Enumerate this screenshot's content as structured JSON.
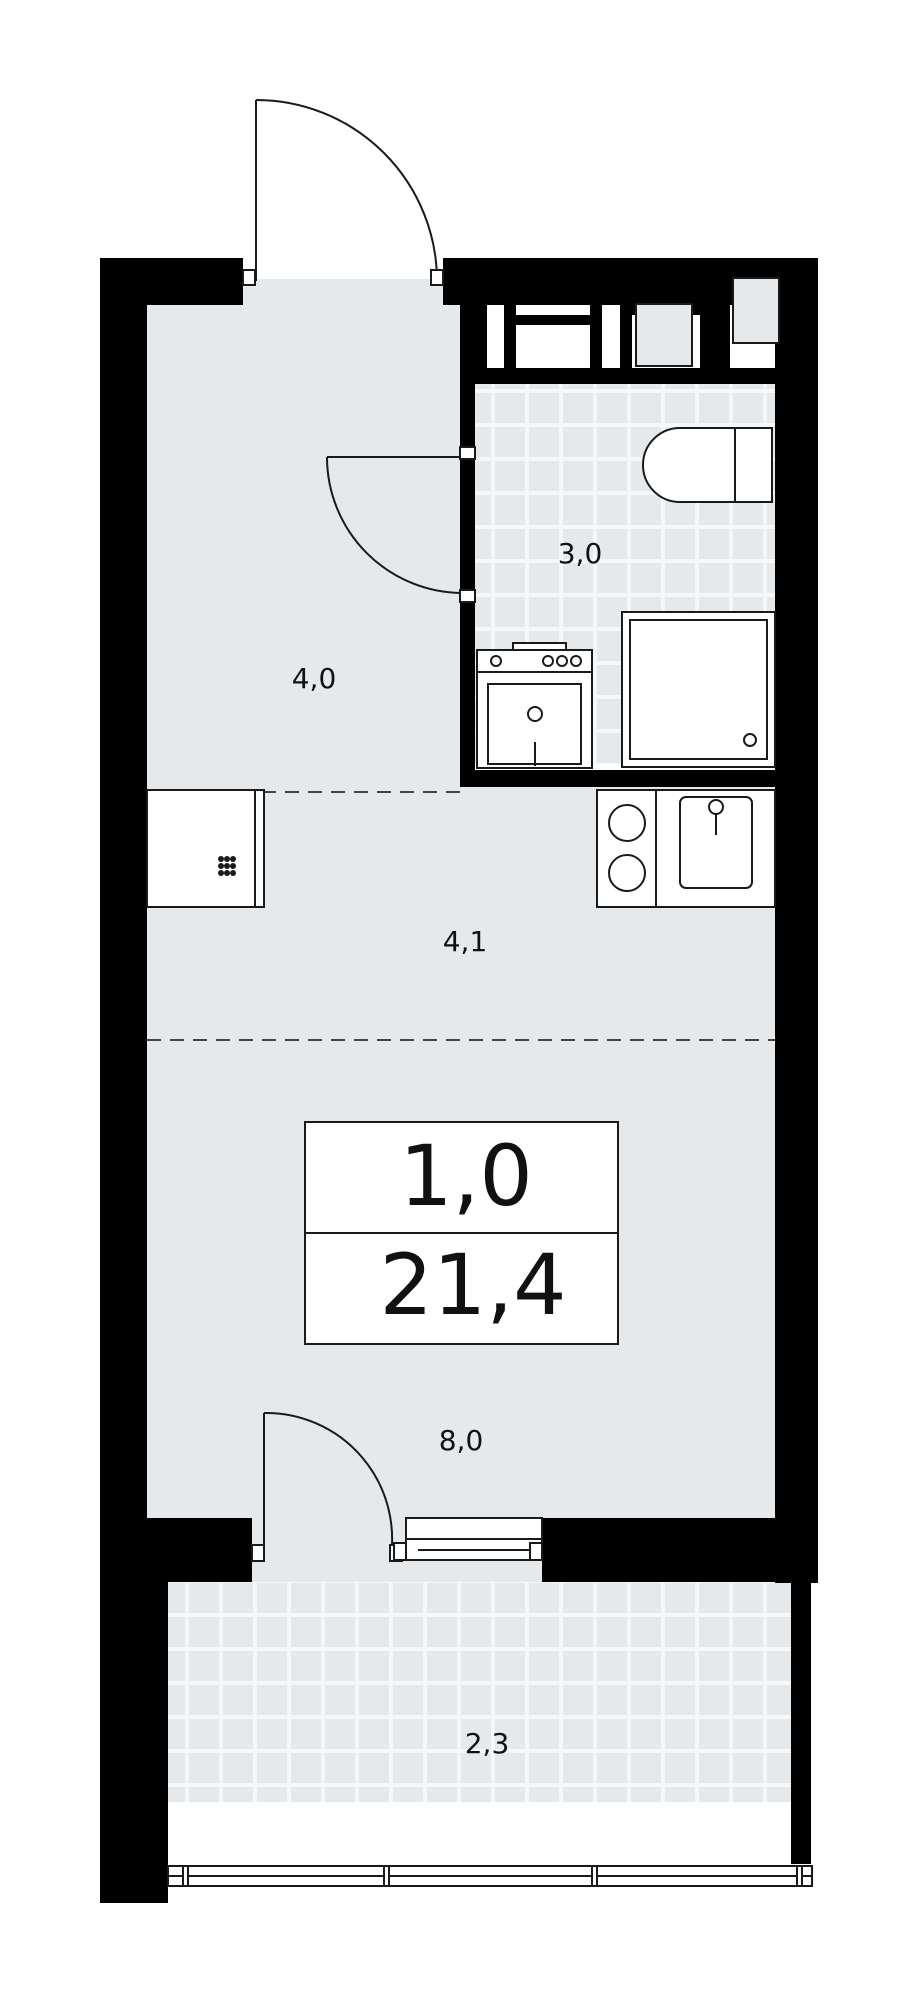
{
  "plan": {
    "summary": {
      "rooms": "1,0",
      "total_area": "21,4"
    },
    "areas": {
      "hallway": "4,0",
      "bathroom": "3,0",
      "kitchen": "4,1",
      "living": "8,0",
      "balcony": "2,3"
    },
    "colors": {
      "wall": "#000000",
      "floor": "#e6e9ec",
      "tile_grid": "#ffffff",
      "fixture_stroke": "#1a1a1a",
      "dashed": "#444444"
    }
  }
}
